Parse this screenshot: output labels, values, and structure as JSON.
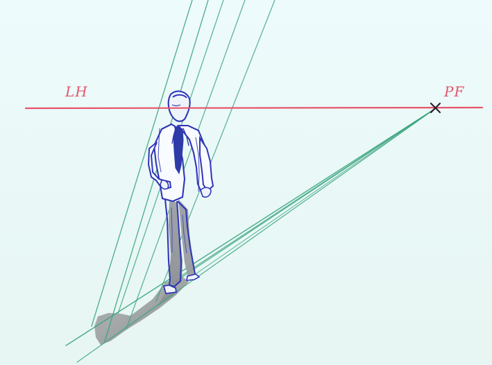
{
  "diagram": {
    "labels": {
      "horizon_line": "LH",
      "vanishing_point": "PF"
    },
    "colors": {
      "paper": "#eaf8f7",
      "horizon_line": "#e8546a",
      "label_text": "#e8546a",
      "construction_lines": "#3aa47c",
      "figure_ink": "#3036b6",
      "shadow": "#8b8d8f",
      "point_marker": "#2a1a24"
    },
    "elements": {
      "figure": "walking-man-sketch",
      "shadow": "cast-shadow",
      "marker": "cross-marker"
    }
  }
}
